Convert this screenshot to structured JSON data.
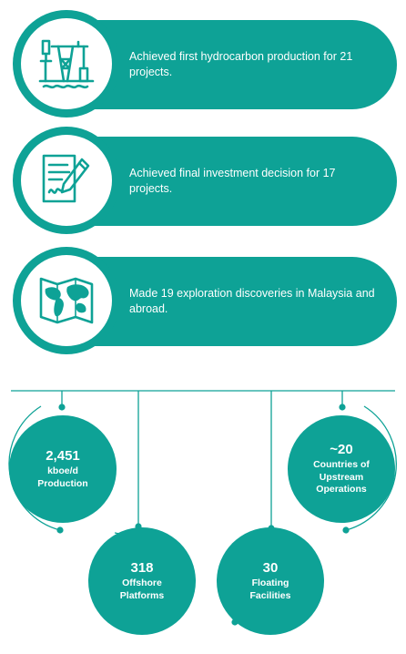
{
  "achievements": [
    {
      "icon": "oil-rig-icon",
      "text": "Achieved first hydrocarbon production for 21 projects."
    },
    {
      "icon": "signed-document-icon",
      "text": "Achieved final investment decision for 17 projects."
    },
    {
      "icon": "world-map-icon",
      "text": "Made 19 exploration discoveries in Malaysia and abroad."
    }
  ],
  "stats": [
    {
      "value": "2,451",
      "label": "kboe/d\nProduction"
    },
    {
      "value": "318",
      "label": "Offshore\nPlatforms"
    },
    {
      "value": "30",
      "label": "Floating\nFacilities"
    },
    {
      "value": "~20",
      "label": "Countries of\nUpstream\nOperations"
    }
  ],
  "colors": {
    "teal": "#0ea296",
    "white": "#ffffff"
  }
}
